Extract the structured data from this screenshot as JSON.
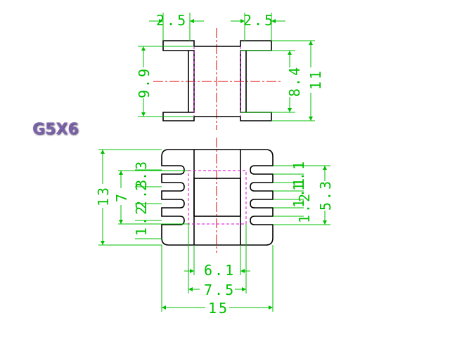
{
  "title": "G5X6",
  "colors": {
    "part_outline": "#000000",
    "dimension": "#00c000",
    "hidden_line": "#e000e0",
    "center_line": "#e00000",
    "title": "#7a62a8"
  },
  "top_view": {
    "dims": {
      "flange_left": "2.5",
      "flange_right": "2.5",
      "inner_height": "9.9",
      "core_height": "8.4",
      "total_height": "11"
    }
  },
  "front_view": {
    "dims": {
      "total_height": "13",
      "window_height": "7",
      "pin_spacing_top": "2.3",
      "pin_spacing_mid": "2.3",
      "pin_width": "1.2",
      "right_gap_top": "1.1",
      "right_gap_mid": "1.1",
      "right_pin_width": "1.2",
      "right_span": "5.3",
      "inner_width": "6.1",
      "mid_width": "7.5",
      "total_width": "15"
    }
  }
}
